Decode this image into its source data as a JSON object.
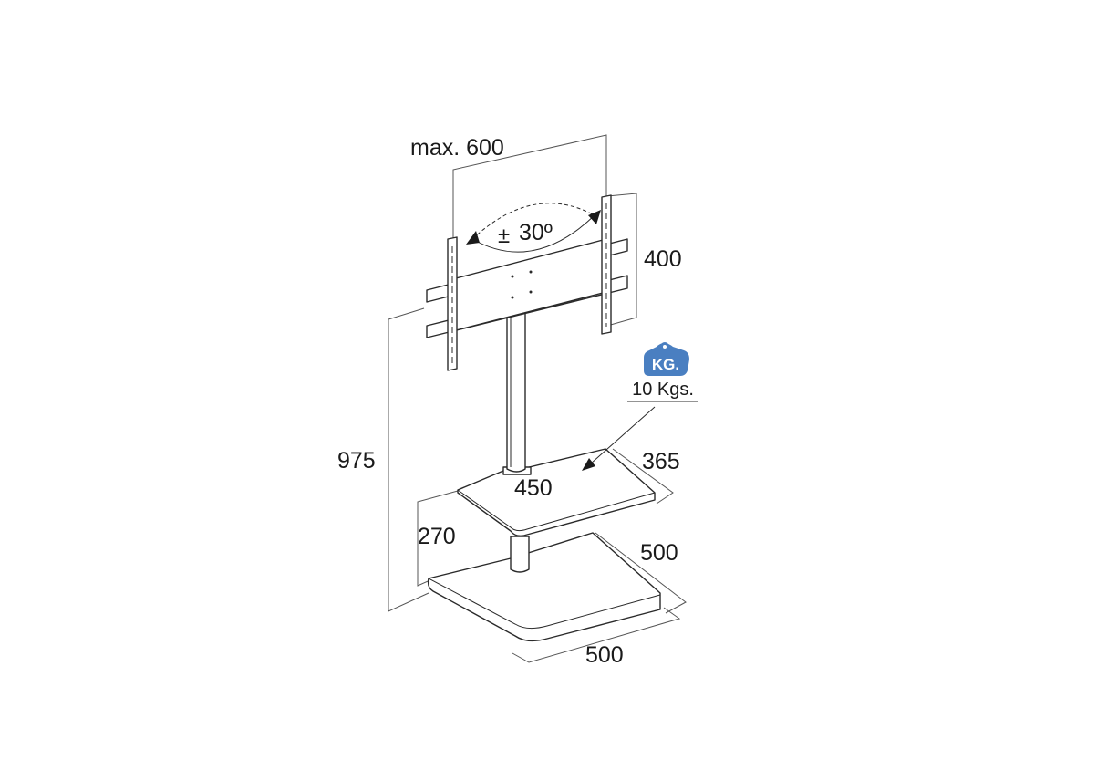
{
  "dimensions": {
    "max_vesa_width": "max. 600",
    "tilt_angle_symbol": "±",
    "tilt_angle_value": "30º",
    "vesa_height": "400",
    "total_height": "975",
    "shelf_width": "450",
    "shelf_depth": "365",
    "shelf_height": "270",
    "base_depth": "500",
    "base_width": "500"
  },
  "weight_badge": {
    "icon": "kg-weight-icon",
    "icon_text": "KG.",
    "label": "10 Kgs.",
    "color": "#4a7fc1"
  }
}
